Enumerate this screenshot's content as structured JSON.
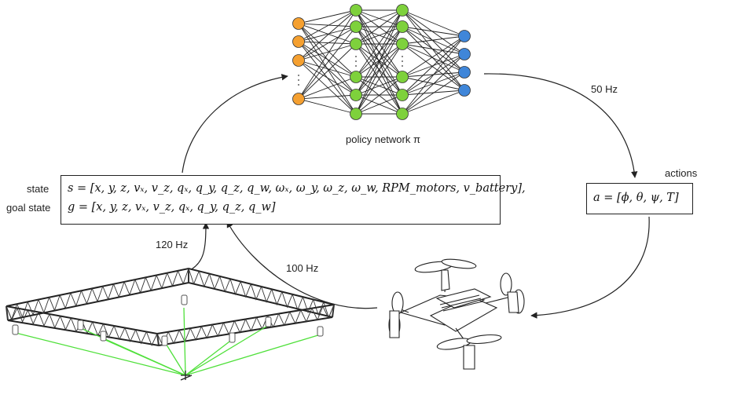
{
  "labels": {
    "policy_network": "policy network π",
    "rate_policy": "50 Hz",
    "actions": "actions",
    "state": "state",
    "goal_state": "goal state",
    "rate_mocap": "120 Hz",
    "rate_drone": "100 Hz"
  },
  "equations": {
    "state": "s = [x, y, z, vₓ, v_z, qₓ, q_y, q_z, q_w, ωₓ, ω_y, ω_z, ω_w, RPM_motors, v_battery],",
    "goal": "g = [x, y, z, vₓ, v_z, qₓ, q_y, q_z, q_w]",
    "action": "a = [ϕ, θ, ψ, T]"
  },
  "colors": {
    "input_nodes": "#f5a030",
    "hidden_nodes": "#7ed13c",
    "output_nodes": "#3f86d9",
    "mocap_lines": "#4fe03a",
    "ink": "#222222"
  }
}
